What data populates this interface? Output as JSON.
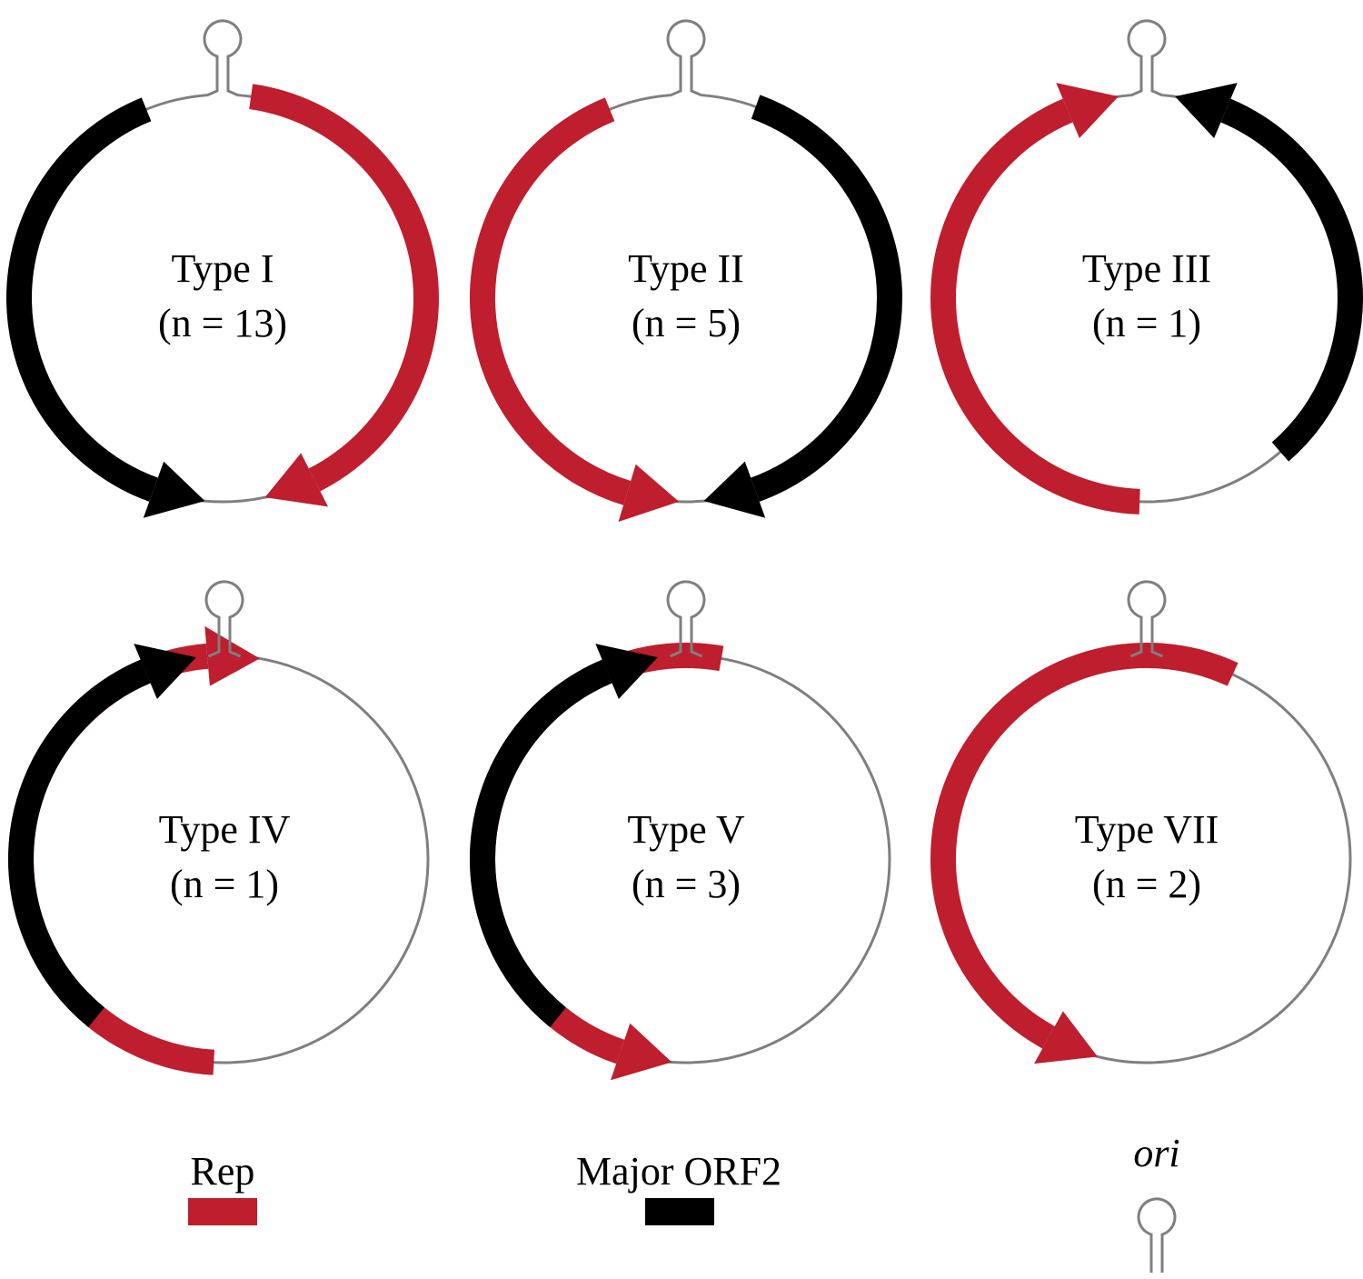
{
  "colors": {
    "rep": "#be1e2d",
    "orf2": "#000000",
    "backbone": "#7f7f7f",
    "background": "#ffffff"
  },
  "genomes": [
    {
      "name": "Type I",
      "count": "(n = 13)",
      "genes": [
        {
          "gene": "rep",
          "from_deg": 8,
          "to_deg": 168,
          "direction": "clockwise"
        },
        {
          "gene": "orf2",
          "from_deg": -22,
          "to_deg": -175,
          "direction": "counterclockwise"
        }
      ]
    },
    {
      "name": "Type II",
      "count": "(n = 5)",
      "genes": [
        {
          "gene": "orf2",
          "from_deg": 20,
          "to_deg": 175,
          "direction": "clockwise"
        },
        {
          "gene": "rep",
          "from_deg": -22,
          "to_deg": -178,
          "direction": "counterclockwise"
        }
      ]
    },
    {
      "name": "Type III",
      "count": "(n = 1)",
      "genes": [
        {
          "gene": "orf2",
          "from_deg": 139,
          "to_deg": 8,
          "direction": "counterclockwise"
        },
        {
          "gene": "rep",
          "from_deg": -178,
          "to_deg": -8,
          "direction": "clockwise"
        }
      ]
    },
    {
      "name": "Type IV",
      "count": "(n = 1)",
      "genes": [
        {
          "gene": "rep",
          "from_deg": -177,
          "to_deg": 10,
          "direction": "counterclockwise"
        },
        {
          "gene": "orf2",
          "from_deg": -141,
          "to_deg": -8,
          "direction": "clockwise"
        }
      ]
    },
    {
      "name": "Type V",
      "count": "(n = 3)",
      "genes": [
        {
          "gene": "rep",
          "from_deg": 10,
          "to_deg": -176,
          "direction": "clockwise"
        },
        {
          "gene": "orf2",
          "from_deg": -141,
          "to_deg": -8,
          "direction": "clockwise"
        }
      ]
    },
    {
      "name": "Type VII",
      "count": "(n = 2)",
      "genes": [
        {
          "gene": "rep",
          "from_deg": 25,
          "to_deg": -166,
          "direction": "clockwise"
        }
      ]
    }
  ],
  "legend": {
    "rep": "Rep",
    "orf2": "Major ORF2",
    "ori": "ori"
  }
}
